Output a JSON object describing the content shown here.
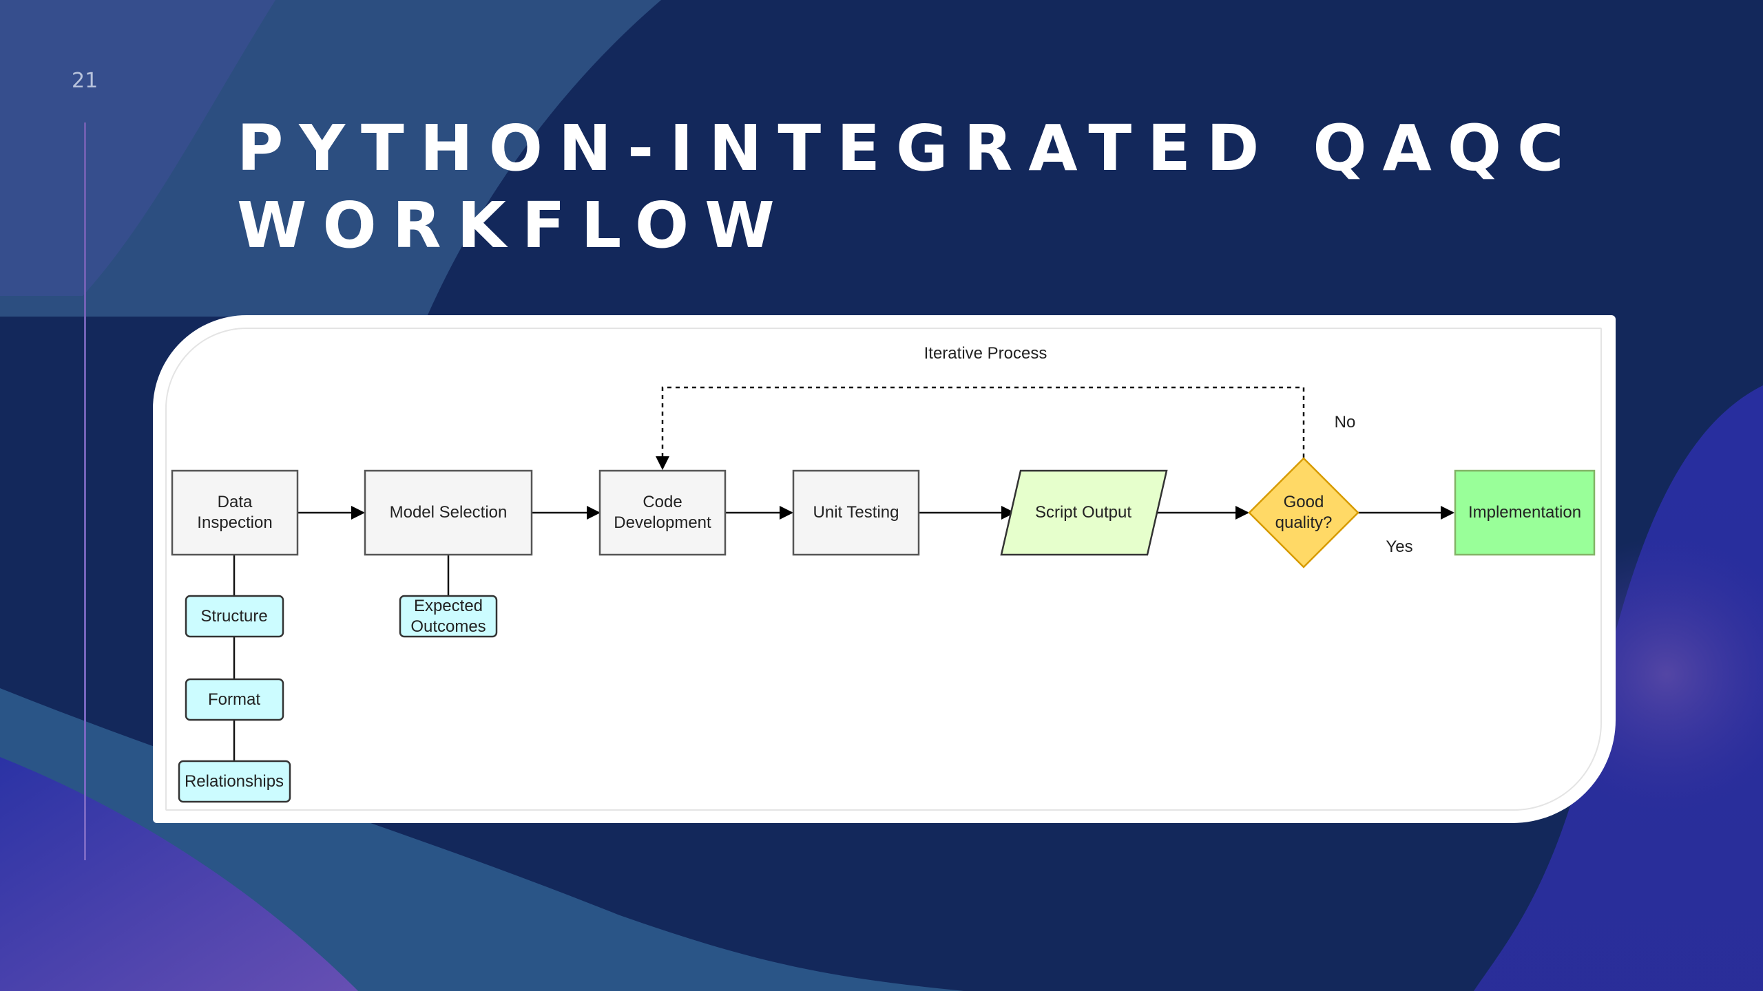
{
  "slide": {
    "number": "21",
    "title_line1": "PYTHON-INTEGRATED QAQC",
    "title_line2": "WORKFLOW"
  },
  "diagram": {
    "loop_label": "Iterative Process",
    "no_label": "No",
    "yes_label": "Yes",
    "nodes": {
      "data_inspection": [
        "Data",
        "Inspection"
      ],
      "model_selection": "Model Selection",
      "code_development": [
        "Code",
        "Development"
      ],
      "unit_testing": "Unit Testing",
      "script_output": "Script Output",
      "good_quality": [
        "Good",
        "quality?"
      ],
      "implementation": "Implementation",
      "structure": "Structure",
      "format": "Format",
      "relationships": "Relationships",
      "expected_outcomes": [
        "Expected",
        "Outcomes"
      ]
    }
  },
  "colors": {
    "background": "#13285b",
    "process_fill": "#f5f5f5",
    "sub_fill": "#ccfcff",
    "io_fill": "#e6ffcc",
    "decision_fill": "#ffd966",
    "decision_stroke": "#d79b00",
    "implementation_fill": "#99ff99",
    "implementation_stroke": "#82b366"
  }
}
